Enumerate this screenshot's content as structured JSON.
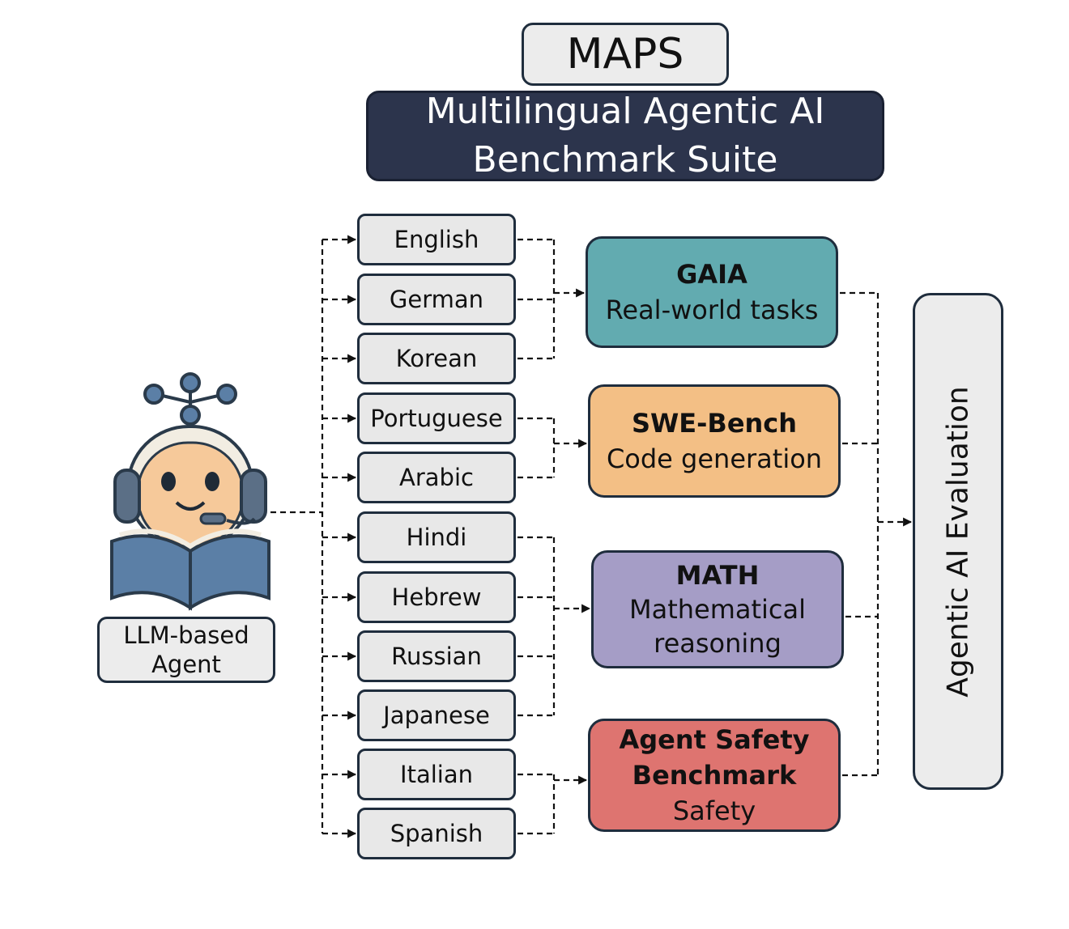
{
  "header": {
    "acronym": "MAPS",
    "full_name": "Multilingual Agentic AI\nBenchmark Suite"
  },
  "agent": {
    "label": "LLM-based\nAgent",
    "icon": "robot-reading-book-icon"
  },
  "languages": [
    "English",
    "German",
    "Korean",
    "Portuguese",
    "Arabic",
    "Hindi",
    "Hebrew",
    "Russian",
    "Japanese",
    "Italian",
    "Spanish"
  ],
  "benchmarks": [
    {
      "title": "GAIA",
      "subtitle": "Real-world tasks",
      "color": "#62abb0"
    },
    {
      "title": "SWE-Bench",
      "subtitle": "Code generation",
      "color": "#f3bf85"
    },
    {
      "title": "MATH",
      "subtitle": "Mathematical\nreasoning",
      "color": "#a59dc6"
    },
    {
      "title": "Agent Safety\nBenchmark",
      "subtitle": "Safety",
      "color": "#de7470"
    }
  ],
  "evaluation": {
    "label": "Agentic AI Evaluation"
  },
  "colors": {
    "header_dark": "#2c344c",
    "box_gray": "#ececec",
    "border": "#1f2d3d"
  }
}
